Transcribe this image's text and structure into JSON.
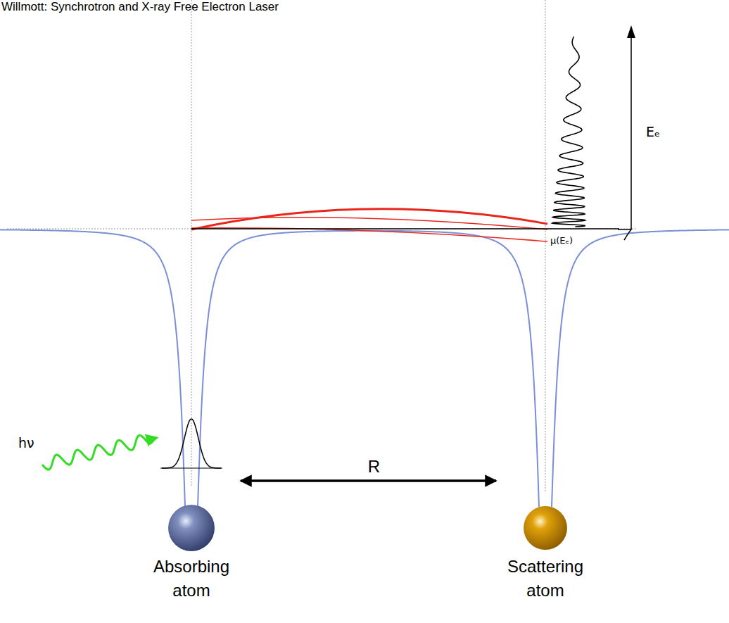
{
  "diagram": {
    "title": "Willmott: Synchrotron and X-ray Free Electron Laser",
    "nodes": [
      {
        "text": [
          "Absorbing atom"
        ]
      },
      {
        "text": [
          "Scattering atom"
        ]
      }
    ],
    "edges": [
      {
        "from": 0,
        "to": 1,
        "arrow": "both",
        "label": "R"
      }
    ],
    "labels": [
      "hν",
      "Eₑ",
      "μ(Eₑ)"
    ]
  }
}
